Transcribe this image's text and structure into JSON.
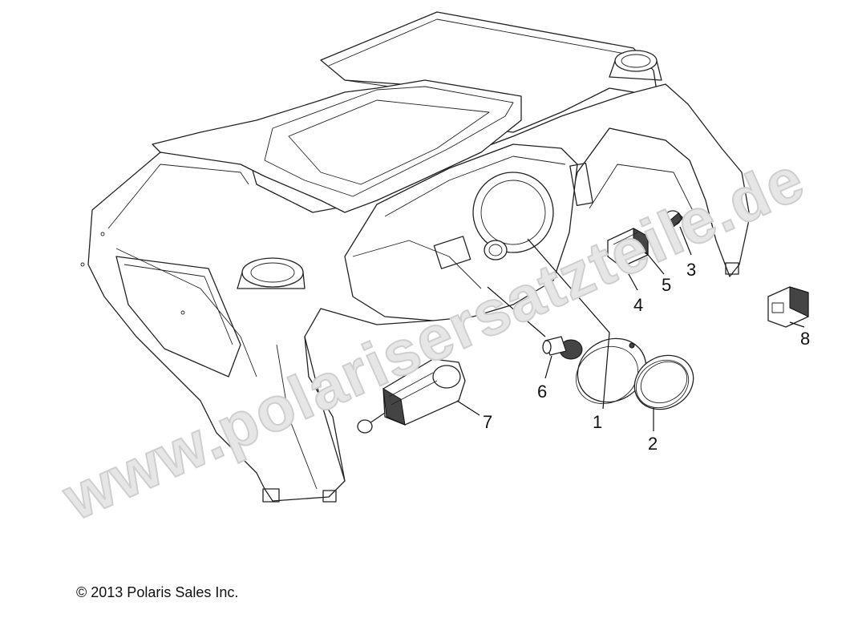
{
  "watermark": "www.polarisersatzteile.de",
  "copyright": "© 2013 Polaris Sales Inc.",
  "callouts": {
    "c1": "1",
    "c2": "2",
    "c3": "3",
    "c4": "4",
    "c5": "5",
    "c6": "6",
    "c7": "7",
    "c8": "8"
  }
}
